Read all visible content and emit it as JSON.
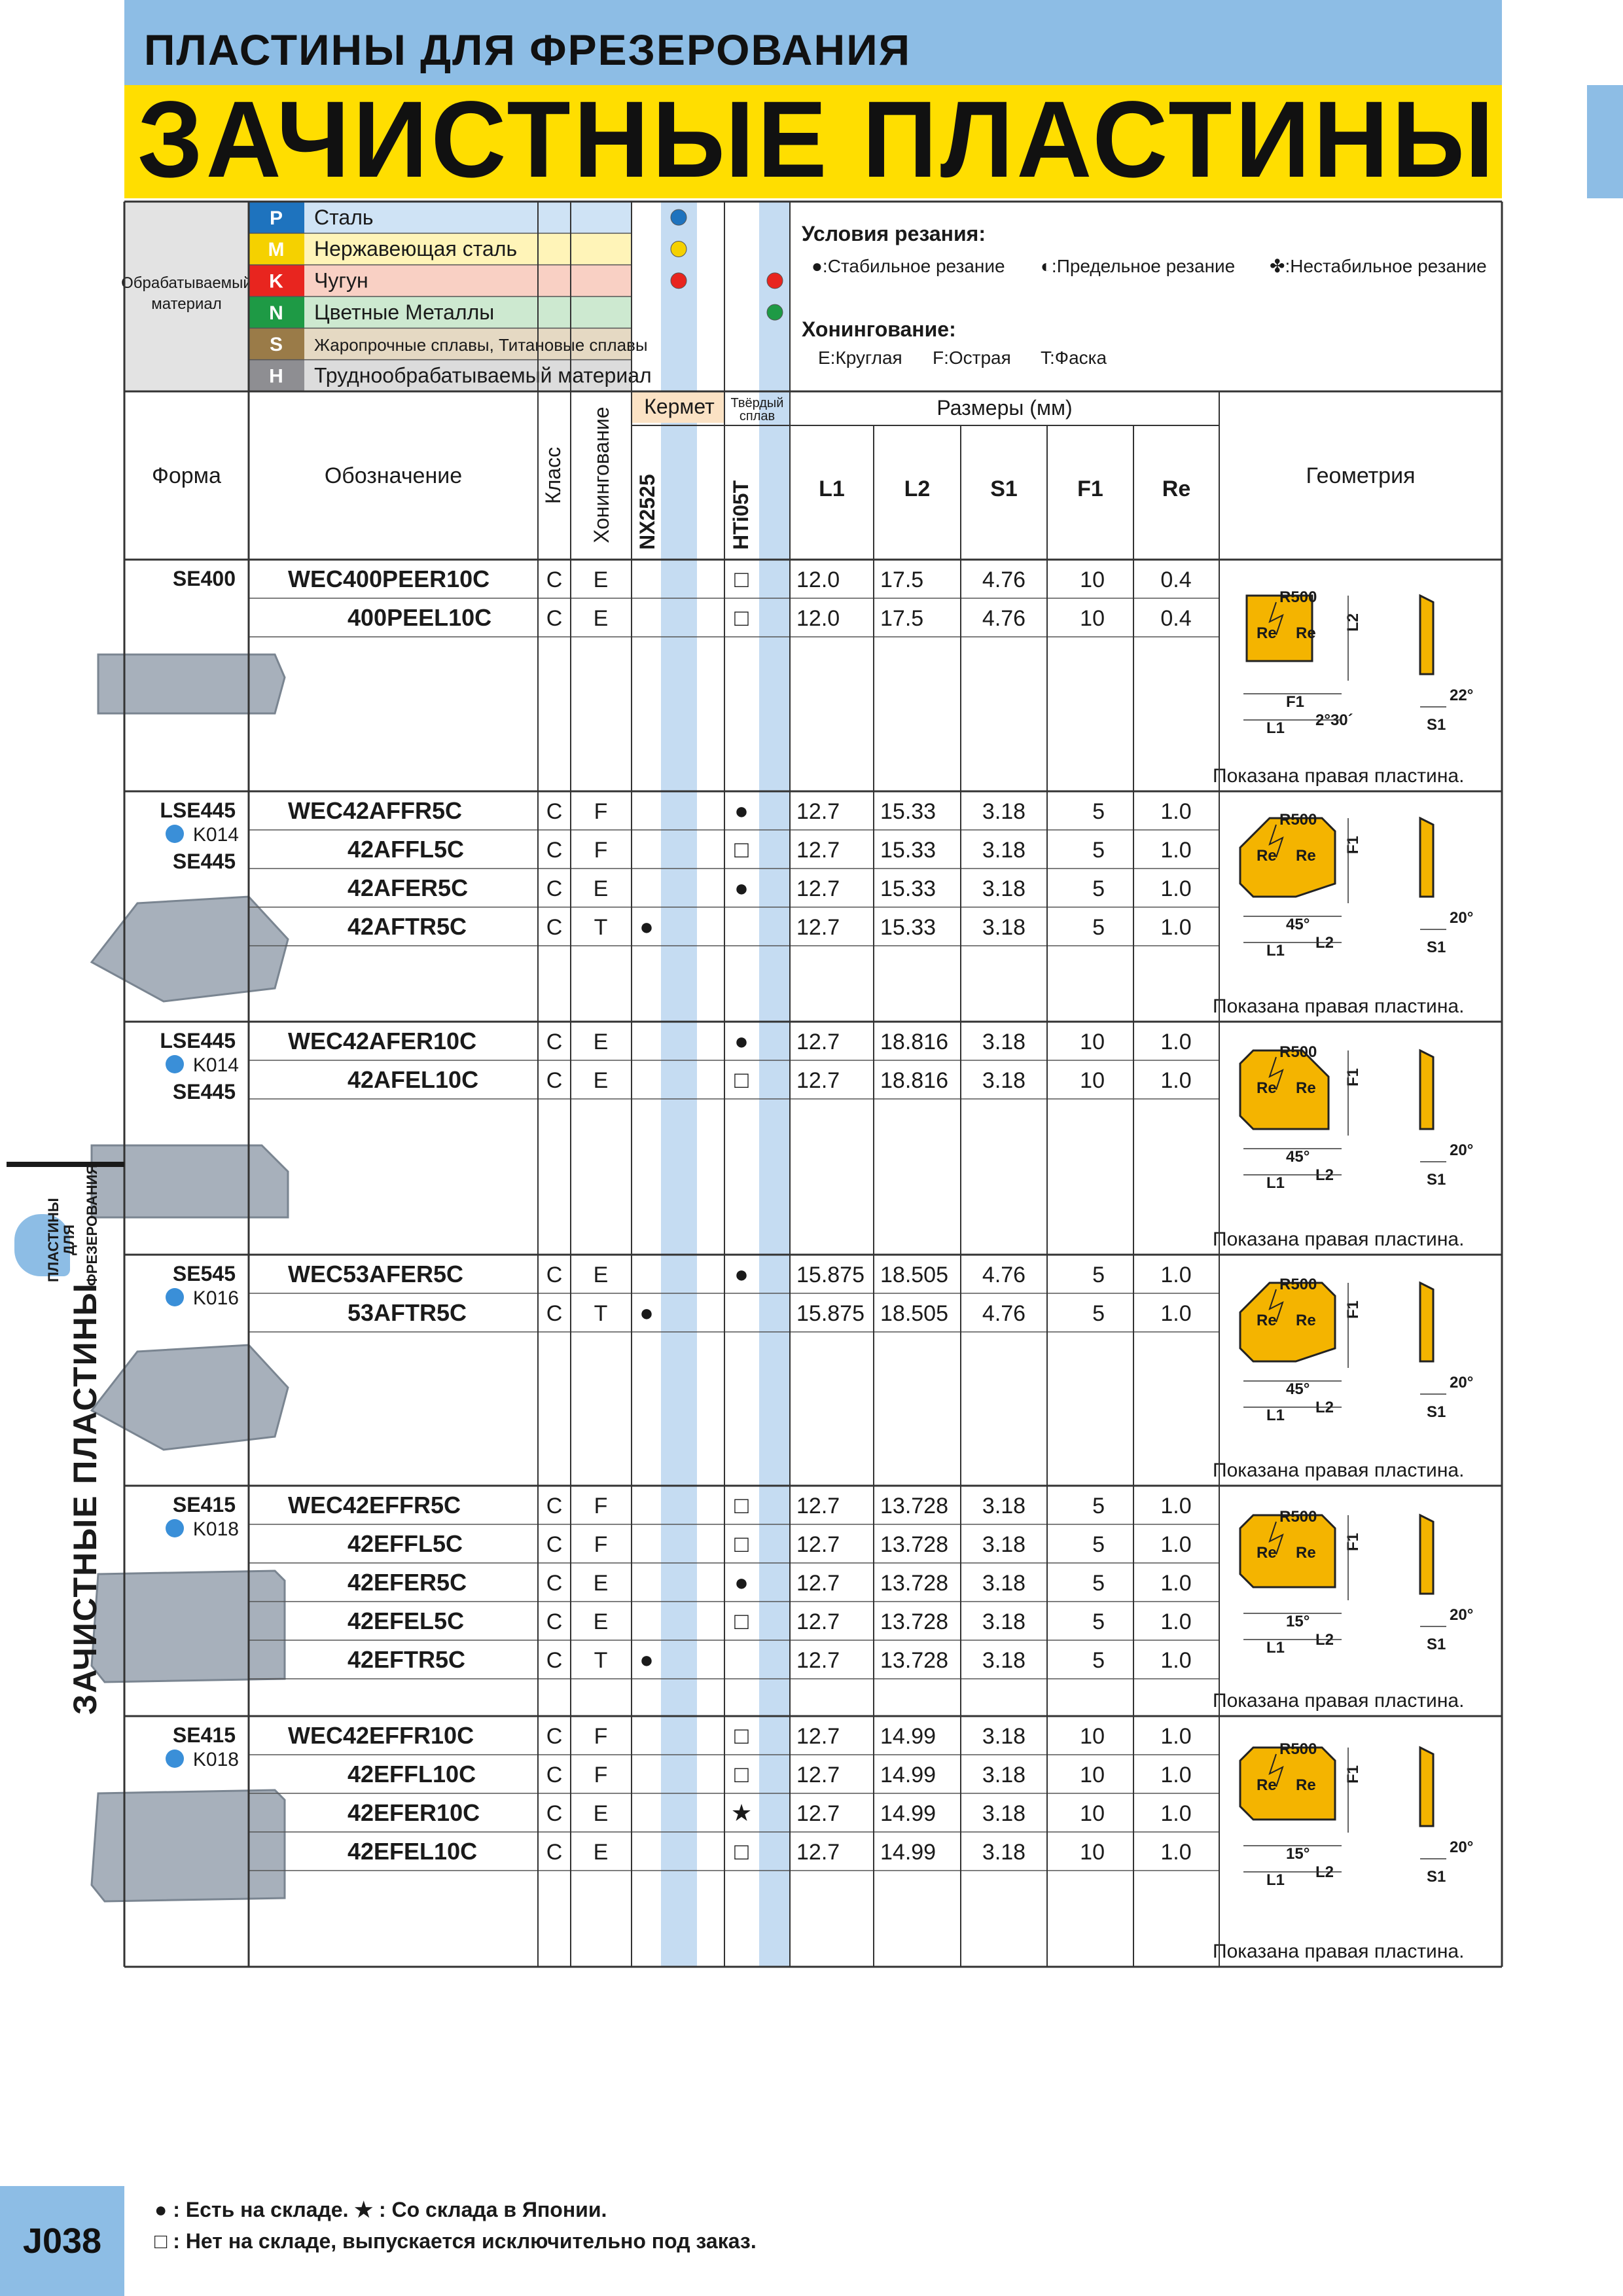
{
  "header": {
    "section": "ПЛАСТИНЫ ДЛЯ ФРЕЗЕРОВАНИЯ",
    "title": "ЗАЧИСТНЫЕ ПЛАСТИНЫ"
  },
  "side_tab": {
    "small_line1": "ПЛАСТИНЫ",
    "small_line2": "ДЛЯ",
    "small_line3": "ФРЕЗЕРОВАНИЯ",
    "vertical_title": "ЗАЧИСТНЫЕ ПЛАСТИНЫ"
  },
  "materials": {
    "label": "Обрабатываемый материал",
    "rows": [
      {
        "code": "P",
        "name": "Сталь",
        "code_color": "#1e73be",
        "bg": "#cfe3f5"
      },
      {
        "code": "M",
        "name": "Нержавеющая сталь",
        "code_color": "#f5d100",
        "bg": "#fff4b8"
      },
      {
        "code": "K",
        "name": "Чугун",
        "code_color": "#e8251f",
        "bg": "#f9d0c4"
      },
      {
        "code": "N",
        "name": "Цветные Металлы",
        "code_color": "#1e9a45",
        "bg": "#cde9d0"
      },
      {
        "code": "S",
        "name": "Жаропрочные сплавы, Титановые сплавы",
        "code_color": "#9a7b48",
        "bg": "#e5d9c3"
      },
      {
        "code": "H",
        "name": "Трудноо­брабатываемый материал",
        "code_color": "#8e8e92",
        "bg": "#dcdcdc"
      }
    ],
    "grade_dots": {
      "nx2525": [
        "#1e73be",
        "#f5d100",
        "#e8251f",
        "",
        "",
        ""
      ],
      "hti05t": [
        "",
        "",
        "#e8251f",
        "#1e9a45",
        "",
        ""
      ]
    }
  },
  "conditions": {
    "title": "Условия резания:",
    "items": [
      "●:Стабильное резание",
      "◐:Предельное резание",
      "✤:Нестабильное резание"
    ],
    "honing_title": "Хонингование:",
    "honing_items": [
      "E:Круглая",
      "F:Острая",
      "T:Фаска"
    ]
  },
  "columns": {
    "shape": "Форма",
    "designation": "Обозначение",
    "class": "Класс",
    "honing": "Хонингование",
    "cermet": "Кермет",
    "carbide": "Твёрдый сплав",
    "grade1": "NX2525",
    "grade2": "HTi05T",
    "dims": "Размеры (мм)",
    "L1": "L1",
    "L2": "L2",
    "S1": "S1",
    "F1": "F1",
    "Re": "Re",
    "geometry": "Геометрия"
  },
  "groups": [
    {
      "shape": [
        "SE400"
      ],
      "ref": "",
      "icon": "square",
      "geo_type": "square",
      "geo_note": "Показана правая пластина.",
      "geo_labels": [
        "R500",
        "Re",
        "Re",
        "F1",
        "L1",
        "L2",
        "2°30´",
        "22°",
        "S1"
      ],
      "rows": [
        {
          "code": "WEC400PEER10C",
          "class": "C",
          "honing": "E",
          "nx": "",
          "hti": "□",
          "L1": "12.0",
          "L2": "17.5",
          "S1": "4.76",
          "F1": "10",
          "Re": "0.4"
        },
        {
          "code": "400PEEL10C",
          "class": "C",
          "honing": "E",
          "nx": "",
          "hti": "□",
          "L1": "12.0",
          "L2": "17.5",
          "S1": "4.76",
          "F1": "10",
          "Re": "0.4"
        }
      ]
    },
    {
      "shape": [
        "LSE445",
        "SE445"
      ],
      "ref": "K014",
      "icon": "hex",
      "geo_type": "oct",
      "geo_note": "Показана правая пластина.",
      "geo_labels": [
        "R500",
        "Re",
        "Re",
        "45°",
        "L1",
        "F1",
        "L2",
        "20°",
        "S1"
      ],
      "rows": [
        {
          "code": "WEC42AFFR5C",
          "class": "C",
          "honing": "F",
          "nx": "",
          "hti": "●",
          "L1": "12.7",
          "L2": "15.33",
          "S1": "3.18",
          "F1": "5",
          "Re": "1.0"
        },
        {
          "code": "42AFFL5C",
          "class": "C",
          "honing": "F",
          "nx": "",
          "hti": "□",
          "L1": "12.7",
          "L2": "15.33",
          "S1": "3.18",
          "F1": "5",
          "Re": "1.0"
        },
        {
          "code": "42AFER5C",
          "class": "C",
          "honing": "E",
          "nx": "",
          "hti": "●",
          "L1": "12.7",
          "L2": "15.33",
          "S1": "3.18",
          "F1": "5",
          "Re": "1.0"
        },
        {
          "code": "42AFTR5C",
          "class": "C",
          "honing": "T",
          "nx": "●",
          "hti": "",
          "L1": "12.7",
          "L2": "15.33",
          "S1": "3.18",
          "F1": "5",
          "Re": "1.0"
        }
      ]
    },
    {
      "shape": [
        "LSE445",
        "SE445"
      ],
      "ref": "K014",
      "icon": "chamfer",
      "geo_type": "oct2",
      "geo_note": "Показана правая пластина.",
      "geo_labels": [
        "R500",
        "Re",
        "Re",
        "45°",
        "L1",
        "F1",
        "L2",
        "20°",
        "S1"
      ],
      "rows": [
        {
          "code": "WEC42AFER10C",
          "class": "C",
          "honing": "E",
          "nx": "",
          "hti": "●",
          "L1": "12.7",
          "L2": "18.816",
          "S1": "3.18",
          "F1": "10",
          "Re": "1.0"
        },
        {
          "code": "42AFEL10C",
          "class": "C",
          "honing": "E",
          "nx": "",
          "hti": "□",
          "L1": "12.7",
          "L2": "18.816",
          "S1": "3.18",
          "F1": "10",
          "Re": "1.0"
        }
      ]
    },
    {
      "shape": [
        "SE545"
      ],
      "ref": "K016",
      "icon": "hex",
      "geo_type": "oct",
      "geo_note": "Показана правая пластина.",
      "geo_labels": [
        "R500",
        "Re",
        "Re",
        "45°",
        "L1",
        "F1",
        "L2",
        "20°",
        "S1"
      ],
      "rows": [
        {
          "code": "WEC53AFER5C",
          "class": "C",
          "honing": "E",
          "nx": "",
          "hti": "●",
          "L1": "15.875",
          "L2": "18.505",
          "S1": "4.76",
          "F1": "5",
          "Re": "1.0"
        },
        {
          "code": "53AFTR5C",
          "class": "C",
          "honing": "T",
          "nx": "●",
          "hti": "",
          "L1": "15.875",
          "L2": "18.505",
          "S1": "4.76",
          "F1": "5",
          "Re": "1.0"
        }
      ]
    },
    {
      "shape": [
        "SE415"
      ],
      "ref": "K018",
      "icon": "square2",
      "geo_type": "sq15",
      "geo_note": "Показана правая пластина.",
      "geo_labels": [
        "R500",
        "Re",
        "Re",
        "15°",
        "L1",
        "F1",
        "L2",
        "20°",
        "S1"
      ],
      "rows": [
        {
          "code": "WEC42EFFR5C",
          "class": "C",
          "honing": "F",
          "nx": "",
          "hti": "□",
          "L1": "12.7",
          "L2": "13.728",
          "S1": "3.18",
          "F1": "5",
          "Re": "1.0"
        },
        {
          "code": "42EFFL5C",
          "class": "C",
          "honing": "F",
          "nx": "",
          "hti": "□",
          "L1": "12.7",
          "L2": "13.728",
          "S1": "3.18",
          "F1": "5",
          "Re": "1.0"
        },
        {
          "code": "42EFER5C",
          "class": "C",
          "honing": "E",
          "nx": "",
          "hti": "●",
          "L1": "12.7",
          "L2": "13.728",
          "S1": "3.18",
          "F1": "5",
          "Re": "1.0"
        },
        {
          "code": "42EFEL5C",
          "class": "C",
          "honing": "E",
          "nx": "",
          "hti": "□",
          "L1": "12.7",
          "L2": "13.728",
          "S1": "3.18",
          "F1": "5",
          "Re": "1.0"
        },
        {
          "code": "42EFTR5C",
          "class": "C",
          "honing": "T",
          "nx": "●",
          "hti": "",
          "L1": "12.7",
          "L2": "13.728",
          "S1": "3.18",
          "F1": "5",
          "Re": "1.0"
        }
      ]
    },
    {
      "shape": [
        "SE415"
      ],
      "ref": "K018",
      "icon": "square2",
      "geo_type": "sq15b",
      "geo_note": "Показана правая пластина.",
      "geo_labels": [
        "R500",
        "Re",
        "Re",
        "15°",
        "L1",
        "F1",
        "L2",
        "20°",
        "S1"
      ],
      "rows": [
        {
          "code": "WEC42EFFR10C",
          "class": "C",
          "honing": "F",
          "nx": "",
          "hti": "□",
          "L1": "12.7",
          "L2": "14.99",
          "S1": "3.18",
          "F1": "10",
          "Re": "1.0"
        },
        {
          "code": "42EFFL10C",
          "class": "C",
          "honing": "F",
          "nx": "",
          "hti": "□",
          "L1": "12.7",
          "L2": "14.99",
          "S1": "3.18",
          "F1": "10",
          "Re": "1.0"
        },
        {
          "code": "42EFER10C",
          "class": "C",
          "honing": "E",
          "nx": "",
          "hti": "★",
          "L1": "12.7",
          "L2": "14.99",
          "S1": "3.18",
          "F1": "10",
          "Re": "1.0"
        },
        {
          "code": "42EFEL10C",
          "class": "C",
          "honing": "E",
          "nx": "",
          "hti": "□",
          "L1": "12.7",
          "L2": "14.99",
          "S1": "3.18",
          "F1": "10",
          "Re": "1.0"
        }
      ]
    }
  ],
  "legend": {
    "line1": "● : Есть на складе.   ★ : Со склада в Японии.",
    "line2": "□ : Нет на складе, выпускается исключительно под заказ."
  },
  "page_number": "J038",
  "colors": {
    "header_blue": "#8dbde5",
    "header_yellow": "#ffde00",
    "column_blue": "#c5dcf2",
    "insert_gold": "#f4b400",
    "cermet_bg": "#fbe2c4"
  }
}
